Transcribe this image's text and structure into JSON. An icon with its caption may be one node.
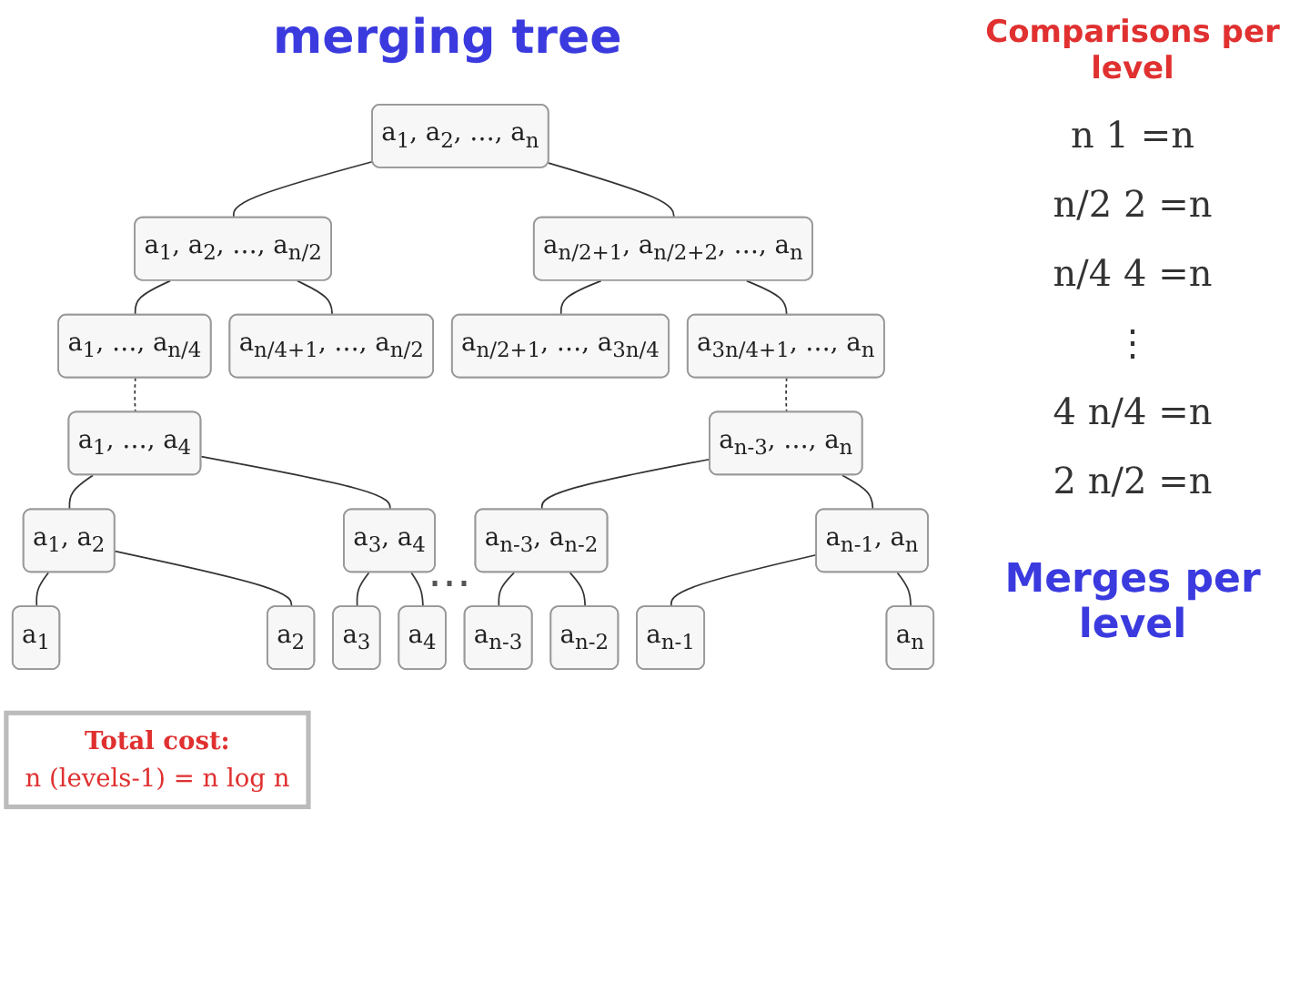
{
  "diagram": {
    "title": "merging tree",
    "nodes": [
      {
        "text": [
          "a$_{1}$, a$_{2}$, …, a$_{n}$"
        ]
      },
      {
        "text": [
          "a$_{1}$, a$_{2}$, …, a$_{n/2}$"
        ]
      },
      {
        "text": [
          "a$_{n/2+1}$, a$_{n/2+2}$, …, a$_{n}$"
        ]
      },
      {
        "text": [
          "a$_{1}$, …, a$_{n/4}$"
        ]
      },
      {
        "text": [
          "a$_{n/4+1}$, …, a$_{n/2}$"
        ]
      },
      {
        "text": [
          "a$_{n/2+1}$, …, a$_{3n/4}$"
        ]
      },
      {
        "text": [
          "a$_{3n/4+1}$, …, a$_{n}$"
        ]
      },
      {
        "text": [
          "a$_{1}$, …, a$_{4}$"
        ]
      },
      {
        "text": [
          "a$_{1}$, a$_{2}$"
        ]
      },
      {
        "text": [
          "a$_{3}$, a$_{4}$"
        ]
      },
      {
        "text": [
          "a$_{1}$"
        ]
      },
      {
        "text": [
          "a$_{2}$"
        ]
      },
      {
        "text": [
          "a$_{3}$"
        ]
      },
      {
        "text": [
          "a$_{4}$"
        ]
      },
      {
        "text": [
          "a$_{n-3}$, …, a$_{n}$"
        ]
      },
      {
        "text": [
          "a$_{n-3}$, a$_{n-2}$"
        ]
      },
      {
        "text": [
          "a$_{n-1}$, a$_{n}$"
        ]
      },
      {
        "text": [
          "a$_{n-3}$"
        ]
      },
      {
        "text": [
          "a$_{n-2}$"
        ]
      },
      {
        "text": [
          "a$_{n-1}$"
        ]
      },
      {
        "text": [
          "a$_{n}$"
        ]
      },
      {
        "text": [
          "Total cost:",
          "n (levels-1) = n log n"
        ]
      }
    ],
    "edges": [
      {
        "from": 0,
        "to": 1,
        "arrow": "none"
      },
      {
        "from": 0,
        "to": 2,
        "arrow": "none"
      },
      {
        "from": 1,
        "to": 3,
        "arrow": "none"
      },
      {
        "from": 1,
        "to": 4,
        "arrow": "none"
      },
      {
        "from": 2,
        "to": 5,
        "arrow": "none"
      },
      {
        "from": 2,
        "to": 6,
        "arrow": "none"
      },
      {
        "from": 3,
        "to": 7,
        "arrow": "none",
        "style": "dashed"
      },
      {
        "from": 7,
        "to": 8,
        "arrow": "none"
      },
      {
        "from": 7,
        "to": 9,
        "arrow": "none"
      },
      {
        "from": 8,
        "to": 10,
        "arrow": "none"
      },
      {
        "from": 8,
        "to": 11,
        "arrow": "none"
      },
      {
        "from": 9,
        "to": 12,
        "arrow": "none"
      },
      {
        "from": 9,
        "to": 13,
        "arrow": "none"
      },
      {
        "from": 6,
        "to": 14,
        "arrow": "none",
        "style": "dashed"
      },
      {
        "from": 14,
        "to": 15,
        "arrow": "none"
      },
      {
        "from": 14,
        "to": 16,
        "arrow": "none"
      },
      {
        "from": 15,
        "to": 17,
        "arrow": "none"
      },
      {
        "from": 15,
        "to": 18,
        "arrow": "none"
      },
      {
        "from": 16,
        "to": 19,
        "arrow": "none"
      },
      {
        "from": 16,
        "to": 20,
        "arrow": "none"
      }
    ],
    "labels": [
      "Comparisons per level",
      "n 1 =n",
      "n/2 2 =n",
      "n/4 4 =n",
      "⋮",
      "4 n/4 =n",
      "2 n/2 =n",
      "…",
      "Merges per level"
    ]
  }
}
